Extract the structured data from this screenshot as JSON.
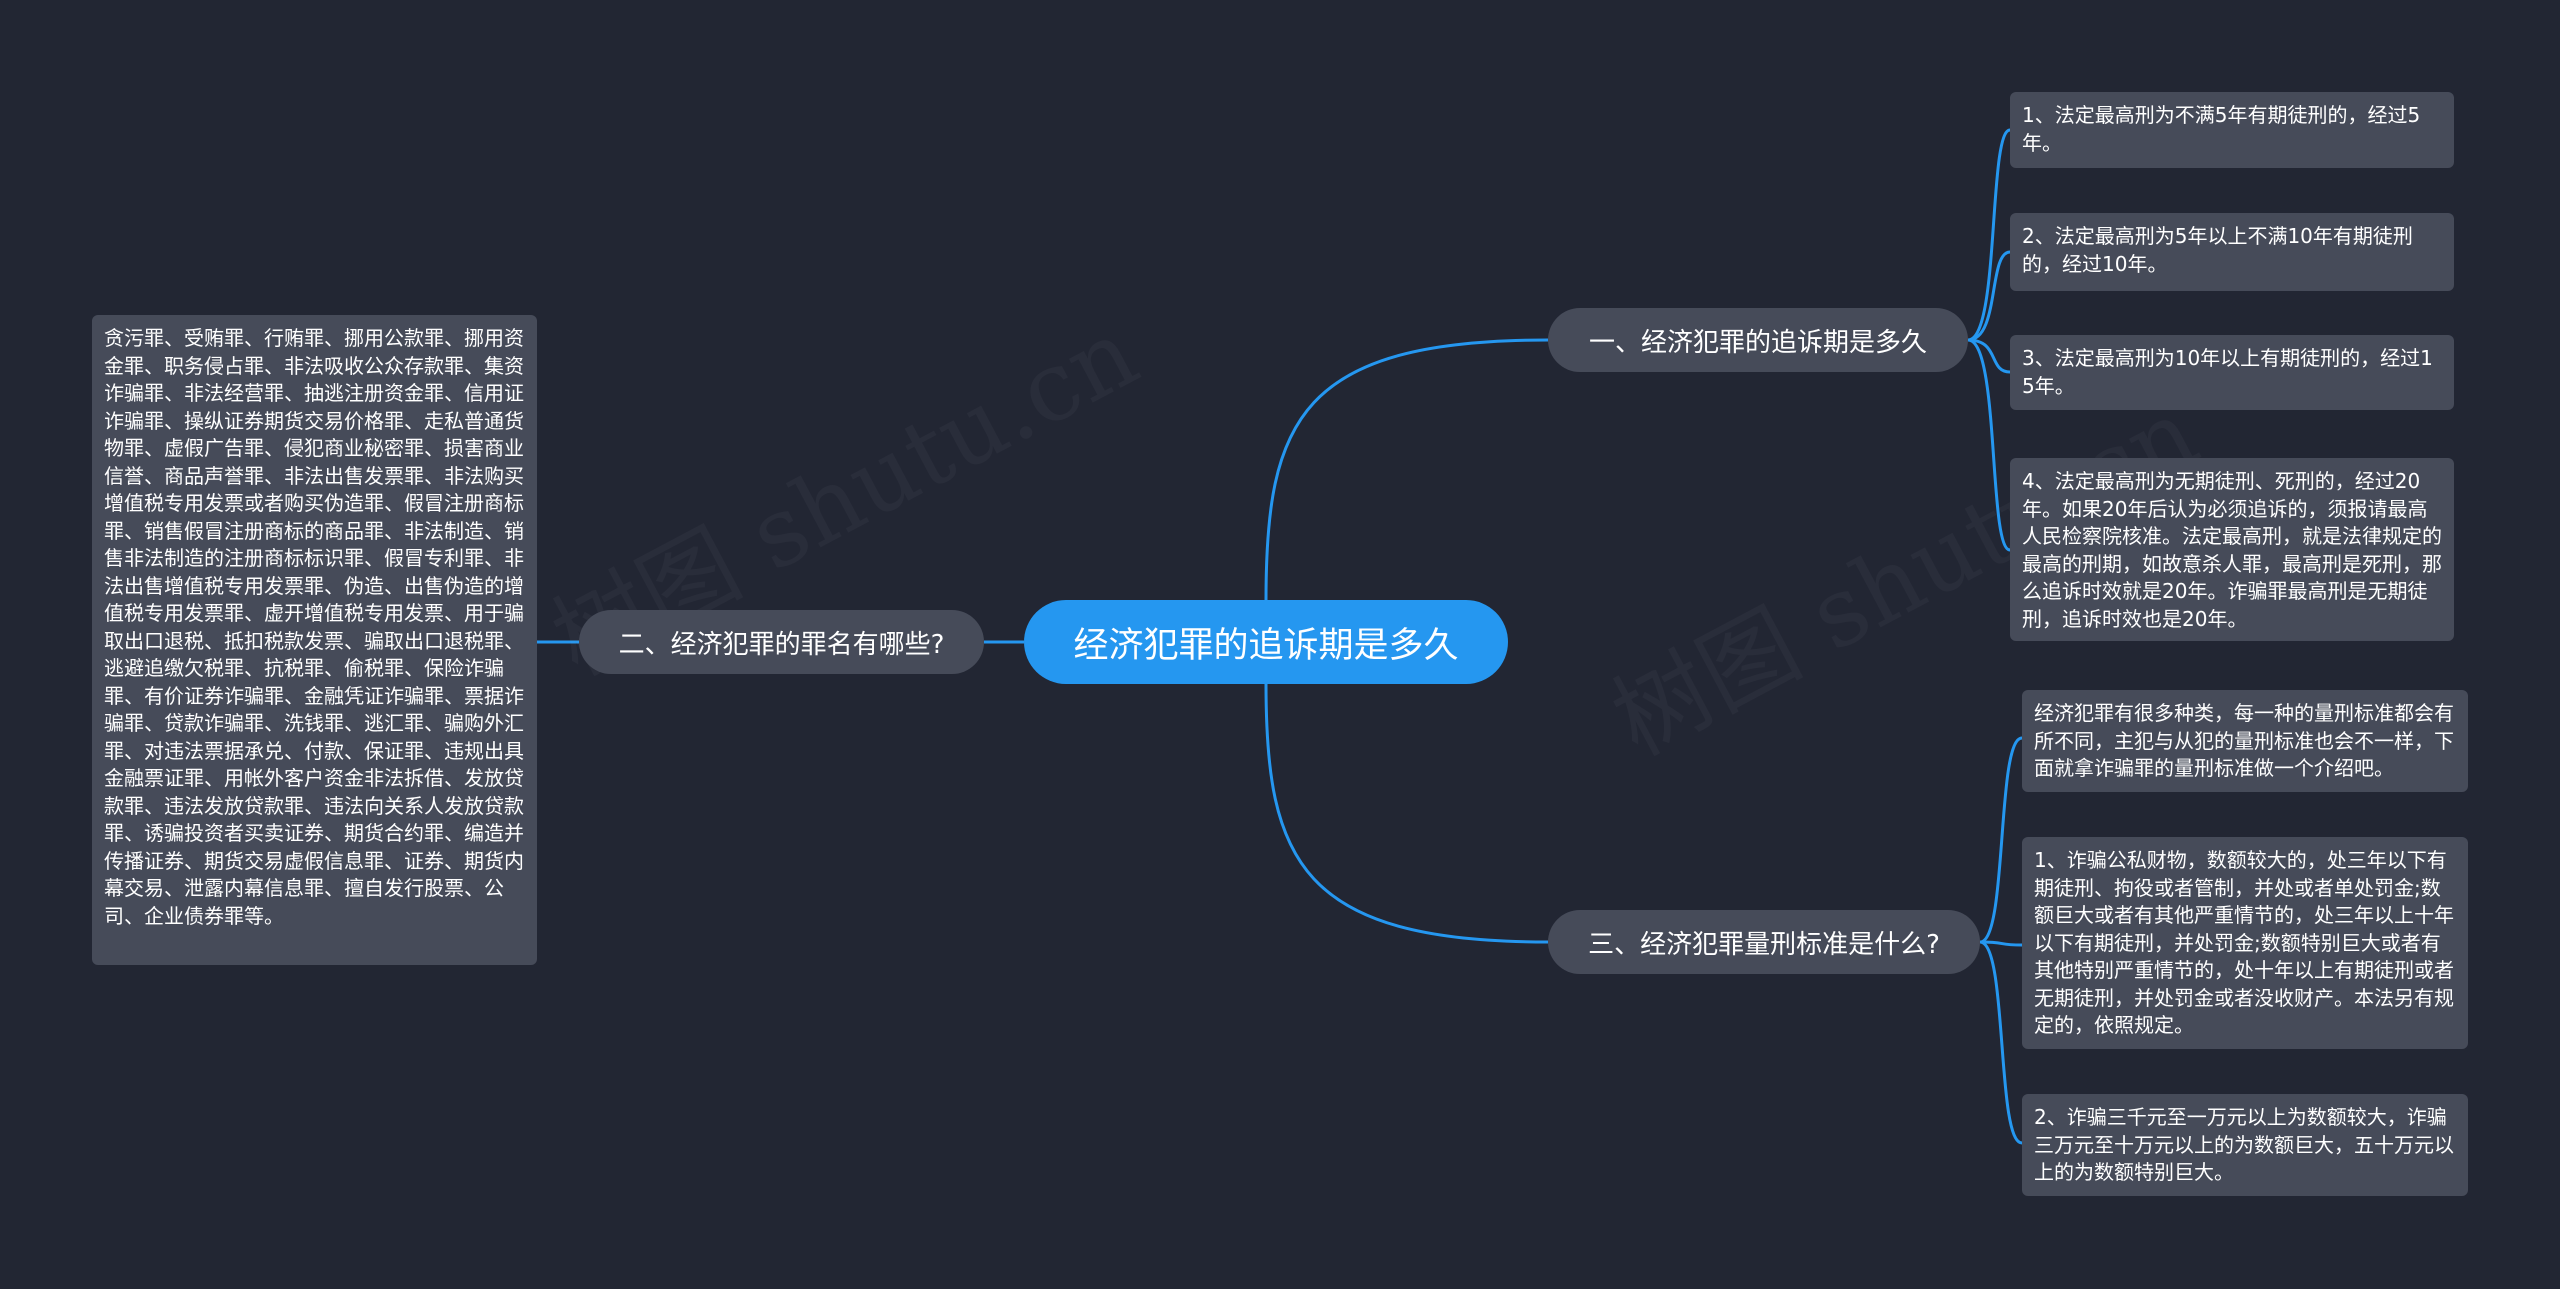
{
  "root": {
    "label": "经济犯罪的追诉期是多久"
  },
  "branches": [
    {
      "label": "一、经济犯罪的追诉期是多久",
      "leaves": [
        "1、法定最高刑为不满5年有期徒刑的，经过5年。",
        "2、法定最高刑为5年以上不满10年有期徒刑的，经过10年。",
        "3、法定最高刑为10年以上有期徒刑的，经过15年。",
        "4、法定最高刑为无期徒刑、死刑的，经过20年。如果20年后认为必须追诉的，须报请最高人民检察院核准。法定最高刑，就是法律规定的最高的刑期，如故意杀人罪，最高刑是死刑，那么追诉时效就是20年。诈骗罪最高刑是无期徒刑，追诉时效也是20年。"
      ]
    },
    {
      "label": "二、经济犯罪的罪名有哪些?",
      "leaves": [
        "贪污罪、受贿罪、行贿罪、挪用公款罪、挪用资金罪、职务侵占罪、非法吸收公众存款罪、集资诈骗罪、非法经营罪、抽逃注册资金罪、信用证诈骗罪、操纵证券期货交易价格罪、走私普通货物罪、虚假广告罪、侵犯商业秘密罪、损害商业信誉、商品声誉罪、非法出售发票罪、非法购买增值税专用发票或者购买伪造罪、假冒注册商标罪、销售假冒注册商标的商品罪、非法制造、销售非法制造的注册商标标识罪、假冒专利罪、非法出售增值税专用发票罪、伪造、出售伪造的增值税专用发票罪、虚开增值税专用发票、用于骗取出口退税、抵扣税款发票、骗取出口退税罪、逃避追缴欠税罪、抗税罪、偷税罪、保险诈骗罪、有价证券诈骗罪、金融凭证诈骗罪、票据诈骗罪、贷款诈骗罪、洗钱罪、逃汇罪、骗购外汇罪、对违法票据承兑、付款、保证罪、违规出具金融票证罪、用帐外客户资金非法拆借、发放贷款罪、违法发放贷款罪、违法向关系人发放贷款罪、诱骗投资者买卖证券、期货合约罪、编造并传播证券、期货交易虚假信息罪、证券、期货内幕交易、泄露内幕信息罪、擅自发行股票、公司、企业债券罪等。"
      ]
    },
    {
      "label": "三、经济犯罪量刑标准是什么?",
      "leaves": [
        "经济犯罪有很多种类，每一种的量刑标准都会有所不同，主犯与从犯的量刑标准也会不一样，下面就拿诈骗罪的量刑标准做一个介绍吧。",
        "1、诈骗公私财物，数额较大的，处三年以下有期徒刑、拘役或者管制，并处或者单处罚金;数额巨大或者有其他严重情节的，处三年以上十年以下有期徒刑，并处罚金;数额特别巨大或者有其他特别严重情节的，处十年以上有期徒刑或者无期徒刑，并处罚金或者没收财产。本法另有规定的，依照规定。",
        "2、诈骗三千元至一万元以上为数额较大，诈骗三万元至十万元以上的为数额巨大，五十万元以上的为数额特别巨大。"
      ]
    }
  ],
  "watermark": "树图 shutu.cn",
  "colors": {
    "background": "#222633",
    "root_fill": "#2597f0",
    "node_fill": "#464b59",
    "link": "#2597f0",
    "text": "#ffffff"
  }
}
